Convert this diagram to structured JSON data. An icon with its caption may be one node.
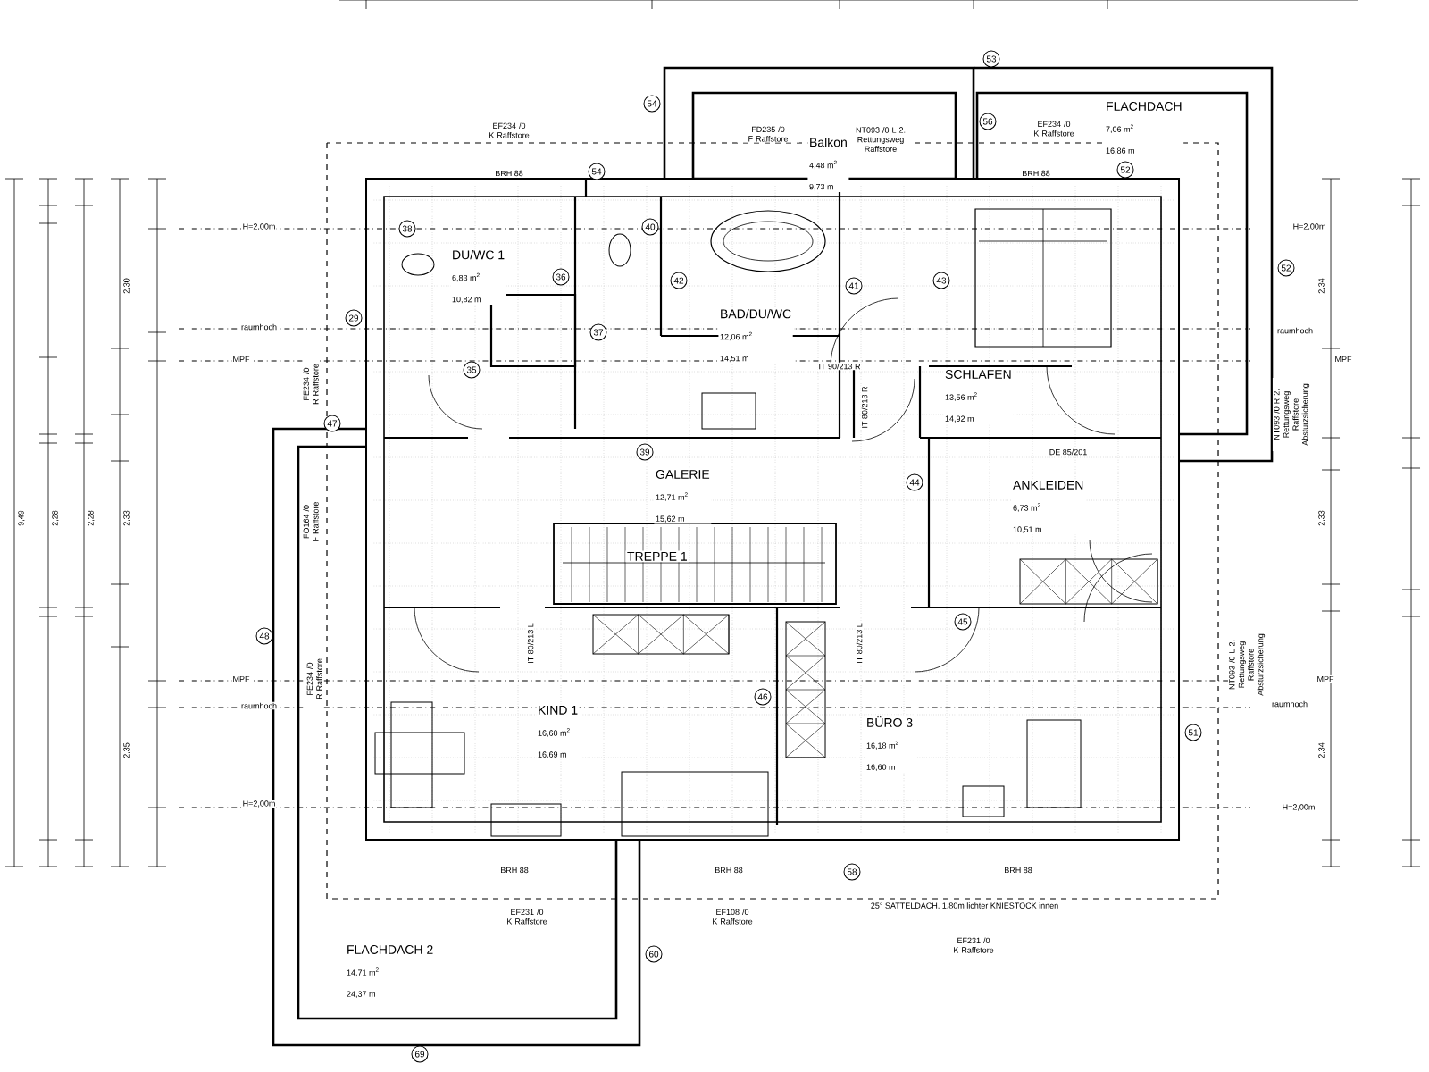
{
  "diagram": {
    "nodes": [
      {
        "text": [
          "DU/WC 1",
          "6,83 m$^{2}$",
          "10,82 m"
        ]
      },
      {
        "text": [
          "Balkon",
          "4,48 m$^{2}$",
          "9,73 m"
        ]
      },
      {
        "text": [
          "FLACHDACH",
          "7,06 m$^{2}$",
          "16,86 m"
        ]
      },
      {
        "text": [
          "BAD/DU/WC",
          "12,06 m$^{2}$",
          "14,51 m"
        ]
      },
      {
        "text": [
          "SCHLAFEN",
          "13,56 m$^{2}$",
          "14,92 m"
        ]
      },
      {
        "text": [
          "GALERIE",
          "12,71 m$^{2}$",
          "15,62 m"
        ]
      },
      {
        "text": [
          "ANKLEIDEN",
          "6,73 m$^{2}$",
          "10,51 m"
        ]
      },
      {
        "text": [
          "TREPPE 1"
        ]
      },
      {
        "text": [
          "KIND 1",
          "16,60 m$^{2}$",
          "16,69 m"
        ]
      },
      {
        "text": [
          "BÜRO 3",
          "16,18 m$^{2}$",
          "16,60 m"
        ]
      },
      {
        "text": [
          "FLACHDACH 2",
          "14,71 m$^{2}$",
          "24,37 m"
        ]
      }
    ],
    "labels": [
      "53",
      "EF234 /0 K Raffstore",
      "54",
      "FD235 /0 F Raffstore",
      "NT093 /0 L 2. Rettungsweg Raffstore",
      "56",
      "EF234 /0 K Raffstore",
      "BRH 88",
      "54",
      "BRH 88",
      "52",
      "H=2,00m",
      "38",
      "40",
      "H=2,00m",
      "36",
      "42",
      "41",
      "43",
      "52",
      "raumhoch",
      "29",
      "37",
      "raumhoch",
      "MPF",
      "35",
      "IT 90/213 R",
      "MPF",
      "FE234 /0 R Raffstore",
      "47",
      "IT 80/213 R",
      "NT093 /0 R 2. Rettungsweg Raffstore Absturzsicherung",
      "39",
      "DE 85/201",
      "44",
      "FO164 /0 F Raffstore",
      "48",
      "IT 80/213 L",
      "IT 80/213 L",
      "45",
      "MPF",
      "FE234 /0 R Raffstore",
      "NT093 /0 L 2. Rettungsweg Raffstore Absturzsicherung",
      "MPF",
      "raumhoch",
      "46",
      "raumhoch",
      "51",
      "H=2,00m",
      "H=2,00m",
      "BRH 88",
      "BRH 88",
      "58",
      "BRH 88",
      "EF231 /0 K Raffstore",
      "EF108 /0 K Raffstore",
      "25° SATTELDACH, 1,80m lichter KNIESTOCK innen",
      "60",
      "EF231 /0 K Raffstore",
      "69",
      "2,30",
      "2,34",
      "9,49",
      "2,28",
      "2,28",
      "2,33",
      "2,33",
      "2,35",
      "2,34"
    ]
  }
}
